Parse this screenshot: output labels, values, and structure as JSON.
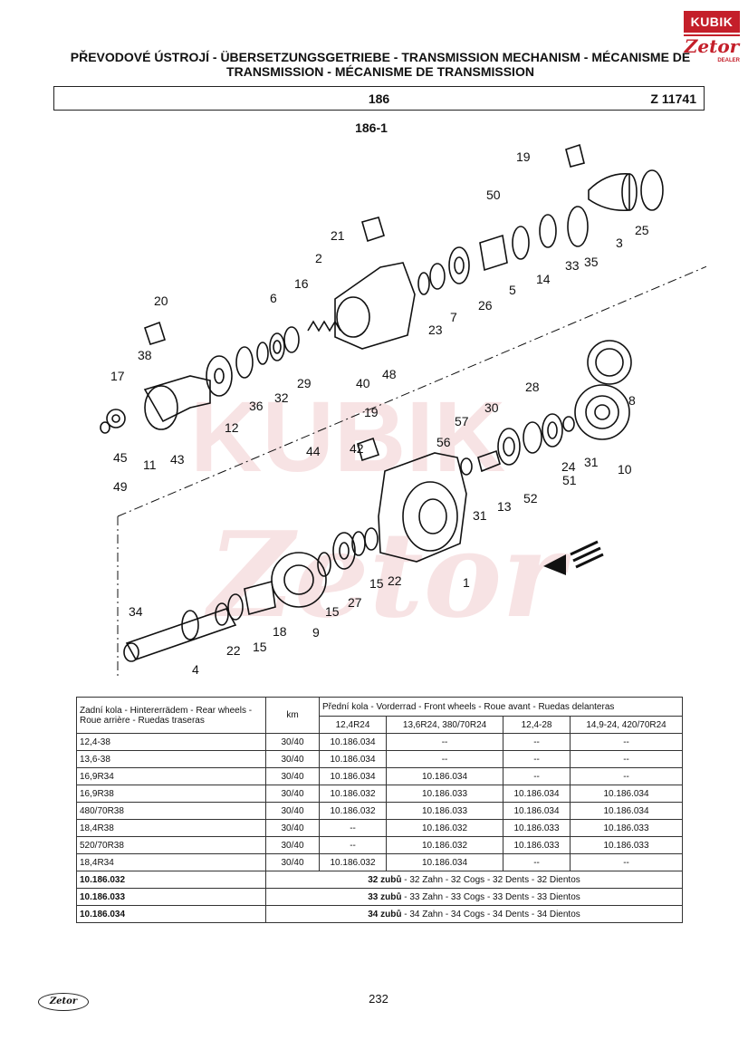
{
  "logo": {
    "top": "KUBIK",
    "brand": "Zetor",
    "tag": "DEALER"
  },
  "header": {
    "title_line1": "PŘEVODOVÉ ÚSTROJÍ - ÜBERSETZUNGSGETRIEBE - TRANSMISSION MECHANISM - MÉCANISME DE",
    "title_line2": "TRANSMISSION - MÉCANISME DE TRANSMISSION",
    "group_number": "186",
    "drawing_code": "Z 11741",
    "subgroup": "186-1"
  },
  "callouts": [
    "19",
    "50",
    "21",
    "2",
    "16",
    "6",
    "20",
    "38",
    "17",
    "12",
    "36",
    "32",
    "29",
    "23",
    "7",
    "26",
    "5",
    "14",
    "33",
    "35",
    "3",
    "25",
    "40",
    "48",
    "28",
    "30",
    "8",
    "10",
    "11",
    "43",
    "45",
    "49",
    "19",
    "57",
    "56",
    "44",
    "42",
    "51",
    "24",
    "31",
    "31",
    "13",
    "52",
    "1",
    "34",
    "15",
    "27",
    "22",
    "15",
    "9",
    "18",
    "15",
    "22",
    "4"
  ],
  "table": {
    "col_rear": "Zadní kola - Hintererrädem - Rear wheels - Roue arrière - Ruedas traseras",
    "col_km": "km",
    "col_front": "Přední kola - Vorderrad - Front wheels - Roue avant - Ruedas delanteras",
    "front_sizes": [
      "12,4R24",
      "13,6R24, 380/70R24",
      "12,4-28",
      "14,9-24, 420/70R24"
    ],
    "rows": [
      [
        "12,4-38",
        "30/40",
        "10.186.034",
        "--",
        "--",
        "--"
      ],
      [
        "13,6-38",
        "30/40",
        "10.186.034",
        "--",
        "--",
        "--"
      ],
      [
        "16,9R34",
        "30/40",
        "10.186.034",
        "10.186.034",
        "--",
        "--"
      ],
      [
        "16,9R38",
        "30/40",
        "10.186.032",
        "10.186.033",
        "10.186.034",
        "10.186.034"
      ],
      [
        "480/70R38",
        "30/40",
        "10.186.032",
        "10.186.033",
        "10.186.034",
        "10.186.034"
      ],
      [
        "18,4R38",
        "30/40",
        "--",
        "10.186.032",
        "10.186.033",
        "10.186.033"
      ],
      [
        "520/70R38",
        "30/40",
        "--",
        "10.186.032",
        "10.186.033",
        "10.186.033"
      ],
      [
        "18,4R34",
        "30/40",
        "10.186.032",
        "10.186.034",
        "--",
        "--"
      ]
    ],
    "legend": [
      {
        "part": "10.186.032",
        "bold": "32 zubů",
        "rest": " - 32 Zahn - 32 Cogs - 32 Dents - 32 Dientos"
      },
      {
        "part": "10.186.033",
        "bold": "33 zubů",
        "rest": " - 33 Zahn - 33 Cogs - 33 Dents - 33 Dientos"
      },
      {
        "part": "10.186.034",
        "bold": "34 zubů",
        "rest": " - 34 Zahn - 34 Cogs - 34 Dents - 34 Dientos"
      }
    ]
  },
  "footer": {
    "page": "232",
    "logo": "Zetor"
  }
}
